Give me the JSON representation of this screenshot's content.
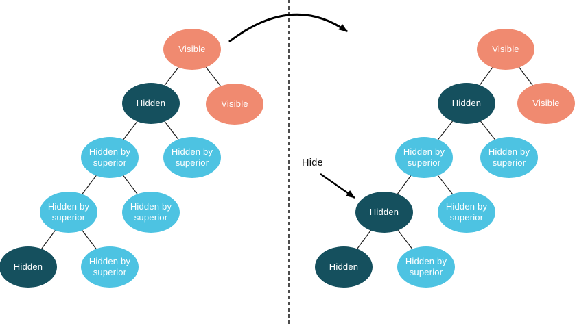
{
  "diagram": {
    "description": "Node visibility trees before and after hiding a node",
    "colors": {
      "visible": "#F08A70",
      "hidden": "#15505E",
      "hidden_by_superior": "#4DC3E2",
      "connector_line": "#1a1a1a",
      "arrow": "#000000"
    },
    "annotation": {
      "hide_label": "Hide"
    },
    "trees": [
      {
        "name": "before",
        "nodes": [
          {
            "label": "Visible",
            "state": "visible"
          },
          {
            "label": "Hidden",
            "state": "hidden"
          },
          {
            "label": "Visible",
            "state": "visible"
          },
          {
            "label": "Hidden by superior",
            "state": "hidden-by-superior"
          },
          {
            "label": "Hidden by superior",
            "state": "hidden-by-superior"
          },
          {
            "label": "Hidden by superior",
            "state": "hidden-by-superior"
          },
          {
            "label": "Hidden by superior",
            "state": "hidden-by-superior"
          },
          {
            "label": "Hidden",
            "state": "hidden"
          },
          {
            "label": "Hidden by superior",
            "state": "hidden-by-superior"
          }
        ]
      },
      {
        "name": "after",
        "nodes": [
          {
            "label": "Visible",
            "state": "visible"
          },
          {
            "label": "Hidden",
            "state": "hidden"
          },
          {
            "label": "Visible",
            "state": "visible"
          },
          {
            "label": "Hidden by superior",
            "state": "hidden-by-superior"
          },
          {
            "label": "Hidden by superior",
            "state": "hidden-by-superior"
          },
          {
            "label": "Hidden",
            "state": "hidden"
          },
          {
            "label": "Hidden by superior",
            "state": "hidden-by-superior"
          },
          {
            "label": "Hidden",
            "state": "hidden"
          },
          {
            "label": "Hidden by superior",
            "state": "hidden-by-superior"
          }
        ]
      }
    ]
  }
}
